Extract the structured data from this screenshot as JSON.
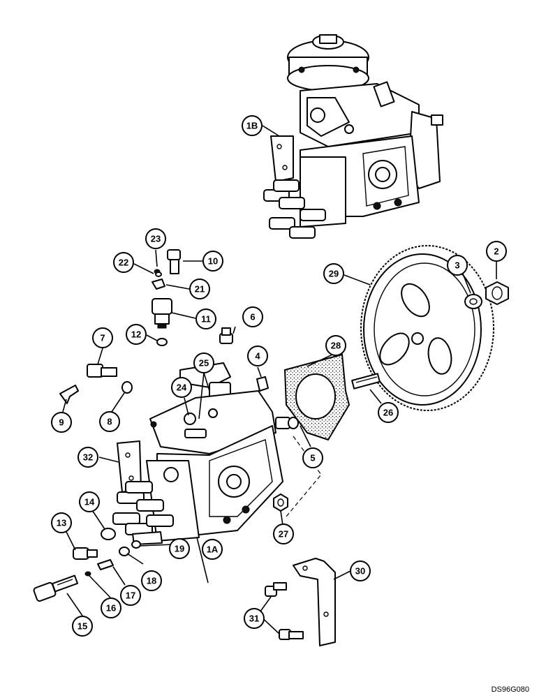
{
  "callouts": [
    {
      "id": "c-1b",
      "text": "1B"
    },
    {
      "id": "c-2",
      "text": "2"
    },
    {
      "id": "c-3",
      "text": "3"
    },
    {
      "id": "c-29",
      "text": "29"
    },
    {
      "id": "c-23",
      "text": "23"
    },
    {
      "id": "c-22",
      "text": "22"
    },
    {
      "id": "c-10",
      "text": "10"
    },
    {
      "id": "c-21",
      "text": "21"
    },
    {
      "id": "c-11",
      "text": "11"
    },
    {
      "id": "c-12",
      "text": "12"
    },
    {
      "id": "c-6",
      "text": "6"
    },
    {
      "id": "c-7",
      "text": "7"
    },
    {
      "id": "c-4",
      "text": "4"
    },
    {
      "id": "c-28",
      "text": "28"
    },
    {
      "id": "c-25",
      "text": "25"
    },
    {
      "id": "c-24",
      "text": "24"
    },
    {
      "id": "c-26",
      "text": "26"
    },
    {
      "id": "c-9",
      "text": "9"
    },
    {
      "id": "c-8",
      "text": "8"
    },
    {
      "id": "c-32",
      "text": "32"
    },
    {
      "id": "c-5",
      "text": "5"
    },
    {
      "id": "c-14",
      "text": "14"
    },
    {
      "id": "c-13",
      "text": "13"
    },
    {
      "id": "c-27",
      "text": "27"
    },
    {
      "id": "c-19",
      "text": "19"
    },
    {
      "id": "c-1a",
      "text": "1A"
    },
    {
      "id": "c-18",
      "text": "18"
    },
    {
      "id": "c-17",
      "text": "17"
    },
    {
      "id": "c-30",
      "text": "30"
    },
    {
      "id": "c-16",
      "text": "16"
    },
    {
      "id": "c-15",
      "text": "15"
    },
    {
      "id": "c-31",
      "text": "31"
    }
  ],
  "reference_code": "DS96G080"
}
